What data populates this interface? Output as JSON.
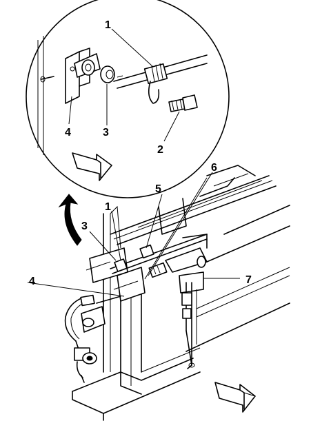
{
  "labels": {
    "detail": [
      "1",
      "2",
      "3",
      "4"
    ],
    "main": [
      "1",
      "3",
      "4",
      "5",
      "6",
      "7"
    ]
  }
}
